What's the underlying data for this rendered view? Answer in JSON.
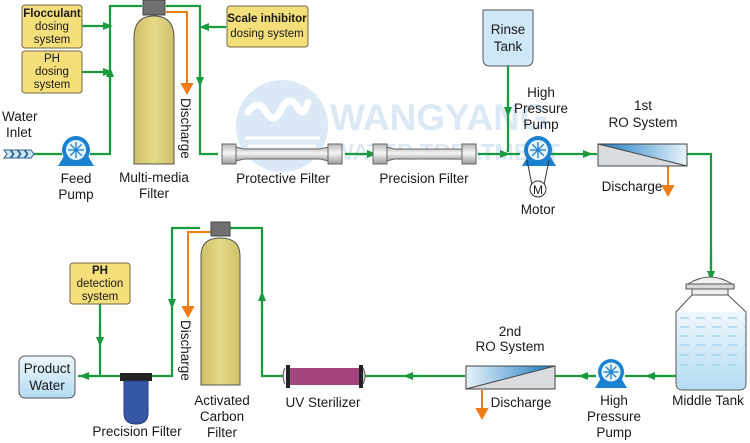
{
  "title": "Reverse Osmosis Water Treatment Process Flow",
  "colors": {
    "flow_line": "#1a9a3e",
    "discharge_line": "#f07d14",
    "dosing_box_fill": "#f4df7a",
    "dosing_box_stroke": "#6f6a45",
    "tank_fill": "#c9e6f6",
    "pump_blue": "#1a80d0",
    "filter_yellow": "#e2d57e",
    "valve_gray": "#707070",
    "uv_purple": "#a3457f",
    "cartridge_blue": "#3656a6",
    "watermark": "#bcd8ee"
  },
  "watermark": {
    "brand": "WANGYANG",
    "subtitle": "WATER TREATMENT"
  },
  "inlet": {
    "label_line1": "Water",
    "label_line2": "Inlet"
  },
  "dosing": {
    "flocculant": [
      "Flocculant",
      "dosing",
      "system"
    ],
    "ph": [
      "PH",
      "dosing",
      "system"
    ],
    "scale_inhibitor": [
      "Scale inhibitor",
      "dosing system"
    ],
    "ph_detection": [
      "PH",
      "detection",
      "system"
    ]
  },
  "components": {
    "feed_pump": [
      "Feed",
      "Pump"
    ],
    "multimedia_filter": [
      "Multi-media",
      "Filter"
    ],
    "protective_filter": "Protective Filter",
    "precision_filter_1": "Precision Filter",
    "rinse_tank": [
      "Rinse",
      "Tank"
    ],
    "high_pressure_pump_1": [
      "High",
      "Pressure",
      "Pump"
    ],
    "motor": "Motor",
    "motor_symbol": "M",
    "ro_1": [
      "1st",
      "RO System"
    ],
    "middle_tank": "Middle Tank",
    "high_pressure_pump_2": [
      "High",
      "Pressure",
      "Pump"
    ],
    "ro_2": [
      "2nd",
      "RO System"
    ],
    "uv_sterilizer": "UV Sterilizer",
    "carbon_filter": [
      "Activated",
      "Carbon",
      "Filter"
    ],
    "precision_filter_2": "Precision Filter",
    "product_water": [
      "Product",
      "Water"
    ]
  },
  "discharge_label": "Discharge"
}
